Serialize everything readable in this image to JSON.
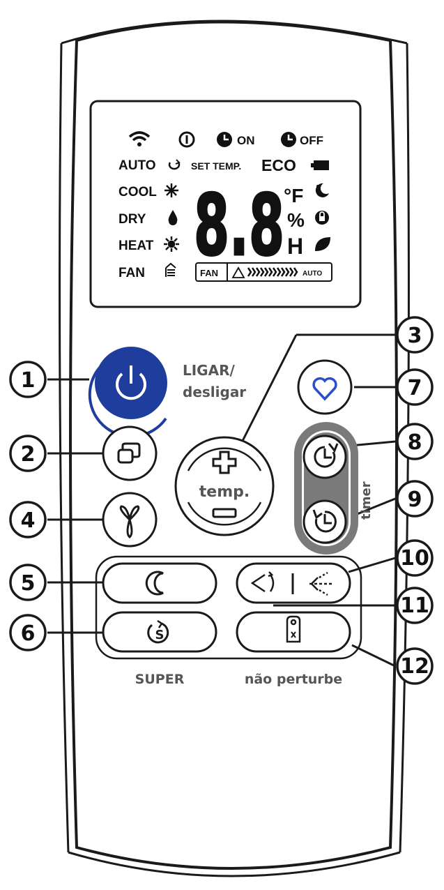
{
  "lcd": {
    "on_label": "ON",
    "off_label": "OFF",
    "auto": "AUTO",
    "set_temp": "SET TEMP.",
    "eco": "ECO",
    "cool": "COOL",
    "dry": "DRY",
    "heat": "HEAT",
    "fan": "FAN",
    "digits": "8.8",
    "deg_f": "°F",
    "percent": "%",
    "hour": "H",
    "fan_box": "FAN",
    "fan_auto": "AUTO"
  },
  "labels": {
    "power_line1": "LIGAR/",
    "power_line2": "desligar",
    "temp": "temp.",
    "timer": "timer",
    "super": "SUPER",
    "nao_perturbe": "não perturbe"
  },
  "callouts": [
    "1",
    "2",
    "3",
    "4",
    "5",
    "6",
    "7",
    "8",
    "9",
    "10",
    "11",
    "12"
  ],
  "colors": {
    "power_blue": "#1f3d9c",
    "heart_blue": "#2a4fc8",
    "timer_gray": "#7a7a7a",
    "outline": "#1a1a1a"
  },
  "icons": [
    "wifi-icon",
    "power-standby-icon",
    "clock-on-icon",
    "clock-off-icon",
    "cycle-icon",
    "battery-icon",
    "snowflake-icon",
    "drop-icon",
    "sun-icon",
    "fan-mode-icon",
    "moon-star-icon",
    "lock-icon",
    "leaf-icon",
    "power-icon",
    "layers-icon",
    "fan-blade-icon",
    "plus-icon",
    "minus-icon",
    "heart-icon",
    "timer-on-icon",
    "timer-off-icon",
    "moon-icon",
    "swing-icon",
    "airflow-icon",
    "super-icon",
    "door-hanger-icon"
  ]
}
